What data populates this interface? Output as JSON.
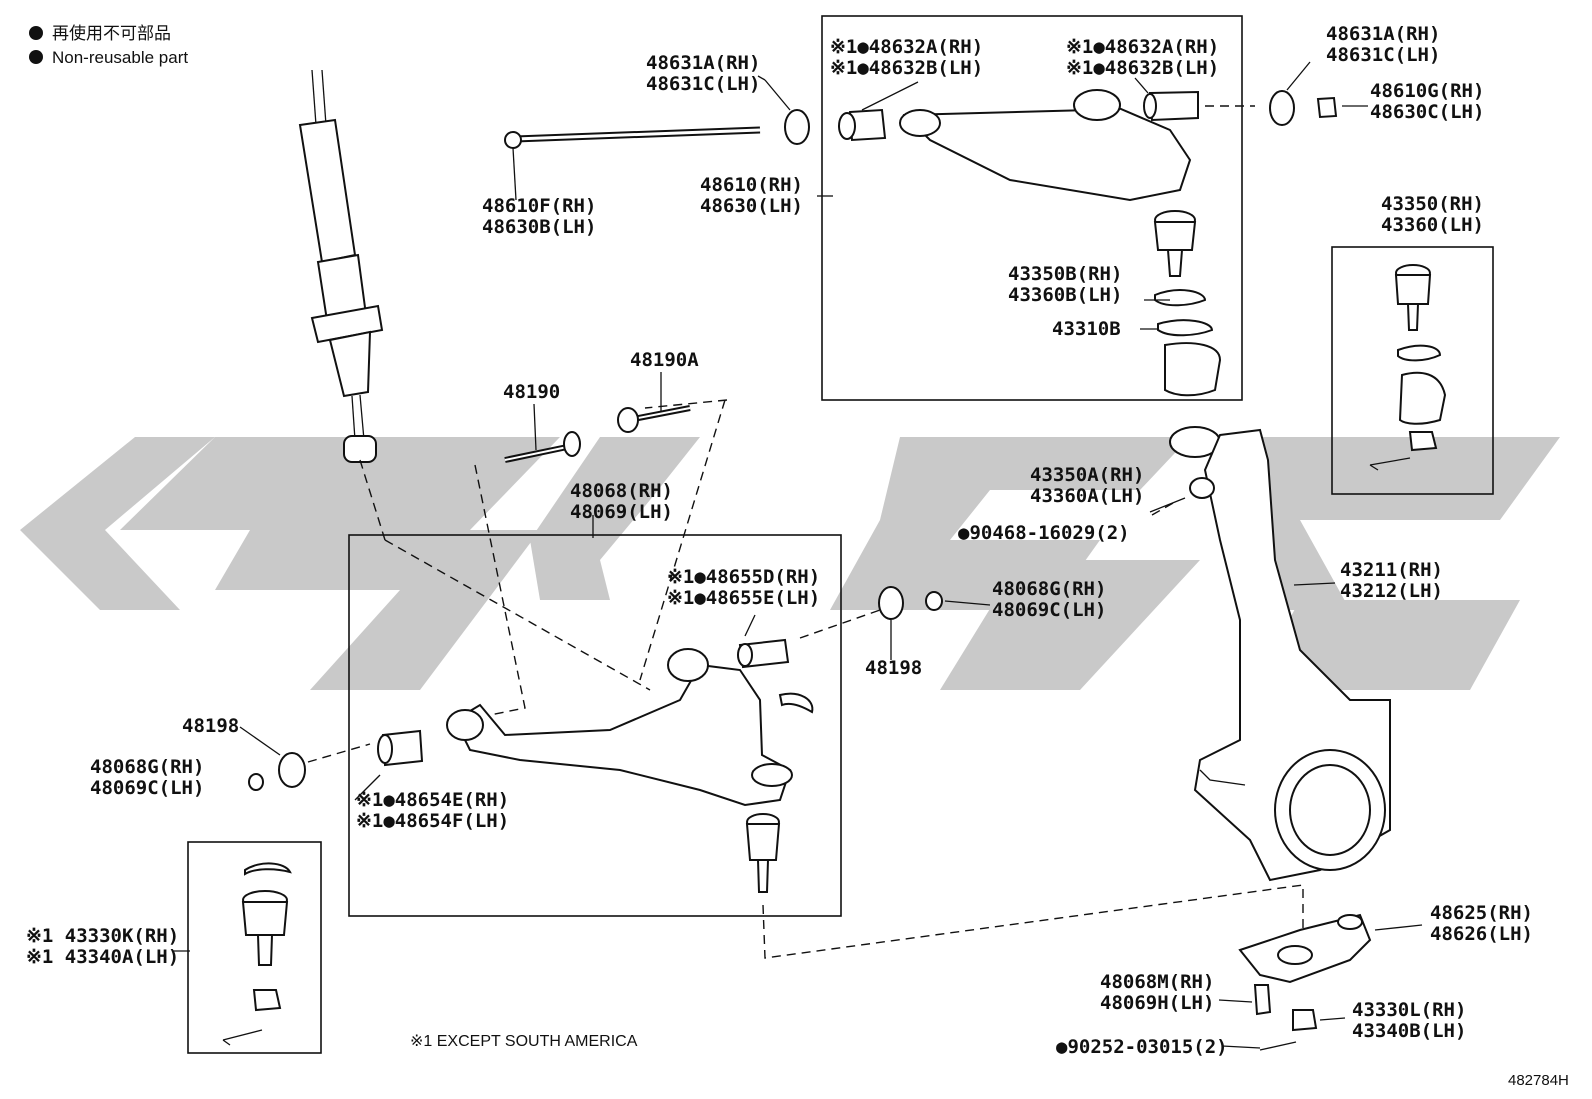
{
  "legend": {
    "line1": "再使用不可部品",
    "line2": "Non-reusable part"
  },
  "labels": {
    "shock_absorber_bushing": "",
    "l48631A_top_left": [
      "48631A(RH)",
      "48631C(LH)"
    ],
    "l48610F": [
      "48610F(RH)",
      "48630B(LH)"
    ],
    "l48610": [
      "48610(RH)",
      "48630(LH)"
    ],
    "l48632_left": [
      "※1●48632A(RH)",
      "※1●48632B(LH)"
    ],
    "l48632_right": [
      "※1●48632A(RH)",
      "※1●48632B(LH)"
    ],
    "l48631A_top_right": [
      "48631A(RH)",
      "48631C(LH)"
    ],
    "l48610G": [
      "48610G(RH)",
      "48630C(LH)"
    ],
    "l43350B": [
      "43350B(RH)",
      "43360B(LH)"
    ],
    "l43310B": [
      "43310B"
    ],
    "l43350": [
      "43350(RH)",
      "43360(LH)"
    ],
    "l48190": [
      "48190"
    ],
    "l48190A": [
      "48190A"
    ],
    "l48068": [
      "48068(RH)",
      "48069(LH)"
    ],
    "l43350A": [
      "43350A(RH)",
      "43360A(LH)"
    ],
    "l90468": [
      "●90468-16029(2)"
    ],
    "l43211": [
      "43211(RH)",
      "43212(LH)"
    ],
    "l48655": [
      "※1●48655D(RH)",
      "※1●48655E(LH)"
    ],
    "l48068G_right": [
      "48068G(RH)",
      "48069C(LH)"
    ],
    "l48198_right": [
      "48198"
    ],
    "l48198_left": [
      "48198"
    ],
    "l48068G_left": [
      "48068G(RH)",
      "48069C(LH)"
    ],
    "l48654": [
      "※1●48654E(RH)",
      "※1●48654F(LH)"
    ],
    "l43330K": [
      "※1 43330K(RH)",
      "※1 43340A(LH)"
    ],
    "l48625": [
      "48625(RH)",
      "48626(LH)"
    ],
    "l48068M": [
      "48068M(RH)",
      "48069H(LH)"
    ],
    "l43330L": [
      "43330L(RH)",
      "43340B(LH)"
    ],
    "l90252": [
      "●90252-03015(2)"
    ]
  },
  "footnote": "※1   EXCEPT SOUTH AMERICA",
  "diagram_code": "482784H",
  "colors": {
    "ink": "#111111",
    "watermark": "#c9c9c9",
    "background": "#ffffff"
  }
}
